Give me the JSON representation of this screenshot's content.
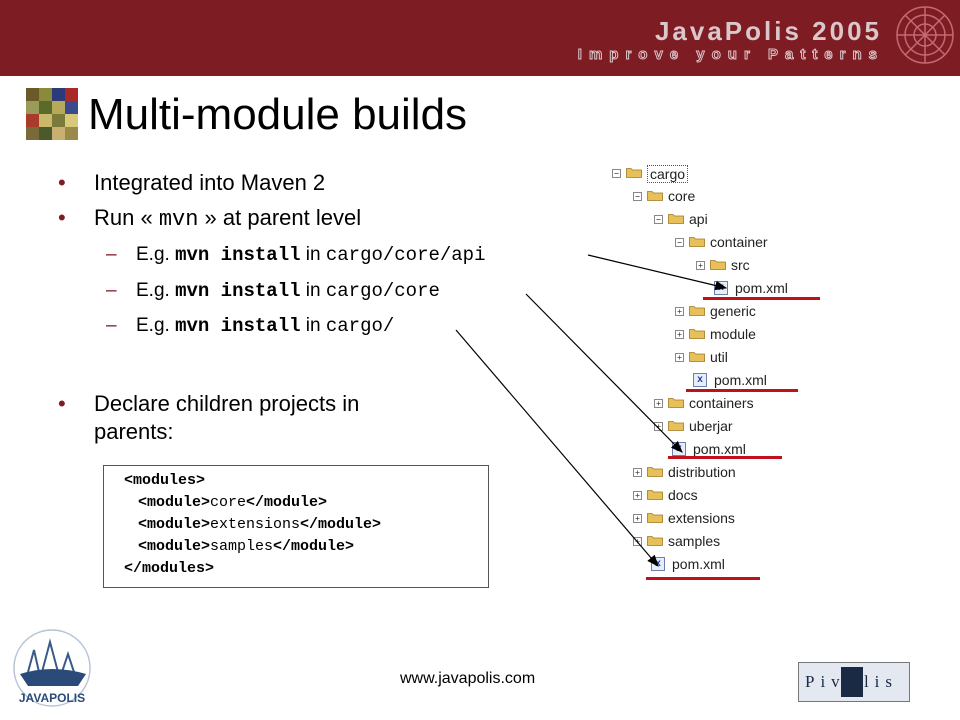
{
  "header": {
    "title": "JavaPolis 2005",
    "subtitle": "Improve your Patterns"
  },
  "slide": {
    "title": "Multi-module builds"
  },
  "bullets": [
    {
      "text": "Integrated into Maven 2"
    },
    {
      "prefix": "Run « ",
      "code": "mvn",
      "suffix": " » at parent level"
    },
    {
      "text": "Declare children projects in parents:"
    }
  ],
  "sub_items": [
    {
      "prefix": "E.g. ",
      "cmd": "mvn install",
      "mid": " in ",
      "path": "cargo/core/api"
    },
    {
      "prefix": "E.g. ",
      "cmd": "mvn install",
      "mid": " in ",
      "path": "cargo/core"
    },
    {
      "prefix": "E.g. ",
      "cmd": "mvn install",
      "mid": " in ",
      "path": "cargo/"
    }
  ],
  "code_block": {
    "lines": [
      {
        "open": "<modules>",
        "text": "",
        "close": ""
      },
      {
        "open": "<module>",
        "text": "core",
        "close": "</module>"
      },
      {
        "open": "<module>",
        "text": "extensions",
        "close": "</module>"
      },
      {
        "open": "<module>",
        "text": "samples",
        "close": "</module>"
      },
      {
        "open": "</modules>",
        "text": "",
        "close": ""
      }
    ]
  },
  "tree": {
    "items": [
      {
        "label": "cargo",
        "kind": "project",
        "expander": "−"
      },
      {
        "label": "core",
        "kind": "folder",
        "expander": "−"
      },
      {
        "label": "api",
        "kind": "folder",
        "expander": "−"
      },
      {
        "label": "container",
        "kind": "folder",
        "expander": "−"
      },
      {
        "label": "src",
        "kind": "folder",
        "expander": "+"
      },
      {
        "label": "pom.xml",
        "kind": "xml",
        "expander": ""
      },
      {
        "label": "generic",
        "kind": "folder",
        "expander": "+"
      },
      {
        "label": "module",
        "kind": "folder",
        "expander": "+"
      },
      {
        "label": "util",
        "kind": "folder",
        "expander": "+"
      },
      {
        "label": "pom.xml",
        "kind": "xml",
        "expander": ""
      },
      {
        "label": "containers",
        "kind": "folder",
        "expander": "+"
      },
      {
        "label": "uberjar",
        "kind": "folder",
        "expander": "+"
      },
      {
        "label": "pom.xml",
        "kind": "xml",
        "expander": ""
      },
      {
        "label": "distribution",
        "kind": "folder",
        "expander": "+"
      },
      {
        "label": "docs",
        "kind": "folder",
        "expander": "+"
      },
      {
        "label": "extensions",
        "kind": "folder",
        "expander": "+"
      },
      {
        "label": "samples",
        "kind": "folder",
        "expander": "+"
      },
      {
        "label": "pom.xml",
        "kind": "xml",
        "expander": ""
      }
    ]
  },
  "footer": {
    "url": "www.javapolis.com",
    "left_logo_text": "JAVAPOLIS",
    "right_logo_text": "PivOlis"
  },
  "colors": {
    "header_bg": "#7e1c24",
    "bullet": "#7e1c24",
    "highlight_line": "#c0101a",
    "folder": "#e8c05a"
  }
}
